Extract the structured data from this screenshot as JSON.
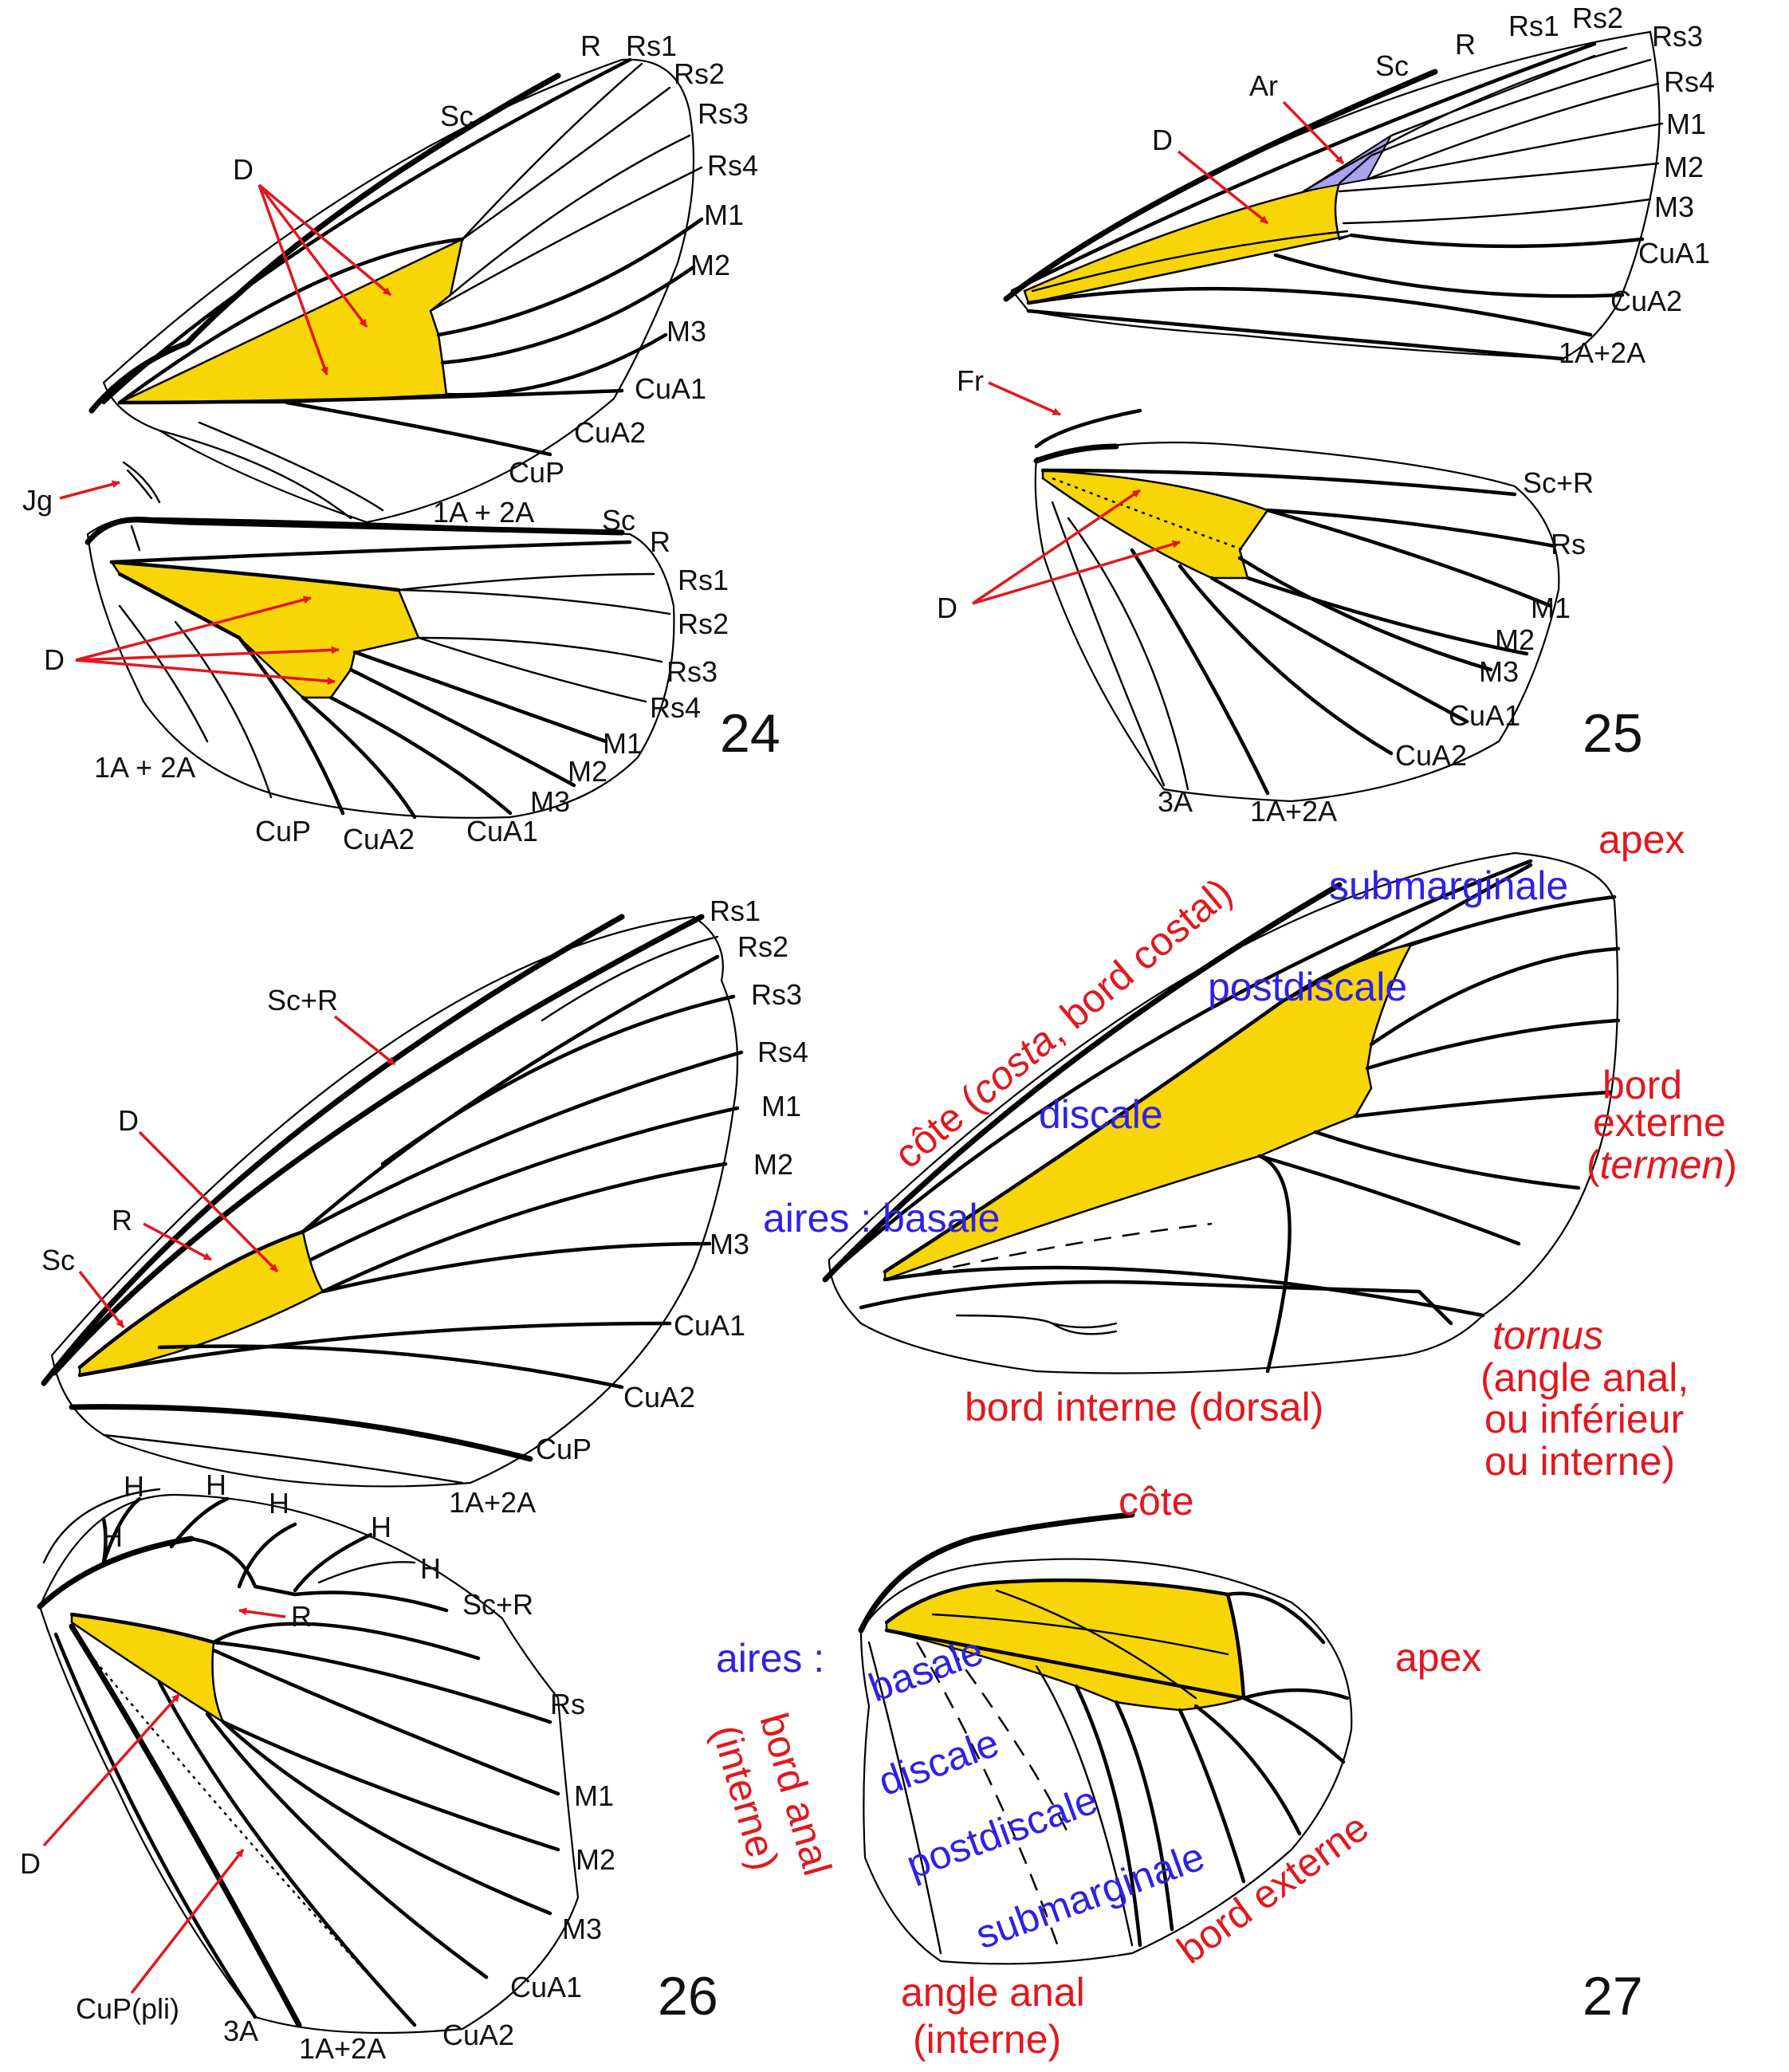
{
  "colors": {
    "discal_cell": "#f7d507",
    "areole": "#a9a3f0",
    "annotation_red": "#e3171d",
    "annotation_blue": "#2d21e8"
  },
  "fig24": {
    "number": "24",
    "fore": [
      "R",
      "Rs1",
      "Rs2",
      "Rs3",
      "Rs4",
      "Sc",
      "M1",
      "M2",
      "M3",
      "CuA1",
      "CuA2",
      "CuP",
      "1A + 2A"
    ],
    "hind": [
      "Sc",
      "R",
      "Rs1",
      "Rs2",
      "Rs3",
      "Rs4",
      "M1",
      "M2",
      "M3",
      "CuA1",
      "CuA2",
      "CuP",
      "1A + 2A"
    ],
    "d_fore": "D",
    "d_hind": "D",
    "jugum": "Jg"
  },
  "fig25": {
    "number": "25",
    "fore": [
      "Sc",
      "R",
      "Rs1",
      "Rs2",
      "Rs3",
      "Rs4",
      "M1",
      "M2",
      "M3",
      "CuA1",
      "CuA2",
      "1A+2A"
    ],
    "areole": "Ar",
    "d_fore": "D",
    "frenulum": "Fr",
    "hind": [
      "Sc+R",
      "Rs",
      "M1",
      "M2",
      "M3",
      "CuA1",
      "CuA2",
      "1A+2A",
      "3A"
    ],
    "d_hind": "D"
  },
  "fig26": {
    "number": "26",
    "fore": [
      "Rs1",
      "Rs2",
      "Rs3",
      "Rs4",
      "M1",
      "M2",
      "M3",
      "CuA1",
      "CuA2",
      "CuP",
      "1A+2A"
    ],
    "fore_arrows": [
      "Sc+R",
      "D",
      "R",
      "Sc"
    ],
    "hind_h": [
      "H",
      "H",
      "H",
      "H",
      "H",
      "H"
    ],
    "hind": [
      "Sc+R",
      "Rs",
      "M1",
      "M2",
      "M3",
      "CuA1",
      "CuA2",
      "1A+2A",
      "3A"
    ],
    "hind_r": "R",
    "hind_d": "D",
    "cup_fold": "CuP(pli)"
  },
  "fig27": {
    "number": "27",
    "fore": {
      "apex": "apex",
      "costa_a": "côte (",
      "costa_b": "costa",
      "costa_c": ", bord costal)",
      "submarginale": "submarginale",
      "postdiscale": "postdiscale",
      "discale": "discale",
      "aires_basale": "aires : basale",
      "bord_externe_1": "bord",
      "bord_externe_2": "externe",
      "termen_a": "(",
      "termen_b": "termen",
      "termen_c": ")",
      "tornus": "tornus",
      "angle_1": "(angle anal,",
      "angle_2": "ou inférieur",
      "angle_3": "ou interne)",
      "bord_interne": "bord interne (dorsal)"
    },
    "hind": {
      "cote": "côte",
      "apex": "apex",
      "aires": "aires :",
      "basale": "basale",
      "discale": "discale",
      "postdiscale": "postdiscale",
      "submarginale": "submarginale",
      "bord_anal_1": "bord anal",
      "bord_anal_2": "(interne)",
      "bord_externe": "bord externe",
      "angle_1": "angle anal",
      "angle_2": "(interne)"
    }
  }
}
